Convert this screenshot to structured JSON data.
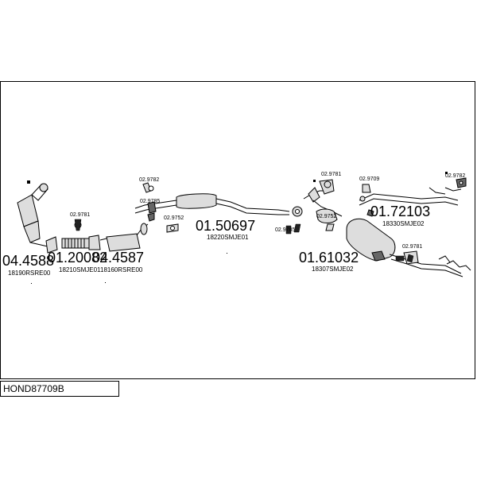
{
  "drawing_code": "HOND87709B",
  "parts": [
    {
      "number": "04.4588",
      "ref": "18190RSRE00"
    },
    {
      "number": "01.20082",
      "ref": "18210SMJE01"
    },
    {
      "number": "04.4587",
      "ref": "18160RSRE00"
    },
    {
      "number": "01.50697",
      "ref": "18220SMJE01"
    },
    {
      "number": "01.61032",
      "ref": "18307SMJE02"
    },
    {
      "number": "01.72103",
      "ref": "18330SMJE02"
    }
  ],
  "accessories": {
    "a1": "02.9781",
    "a2": "02.9782",
    "a3": "02.9785",
    "a4": "02.9752",
    "a5": "02.9785",
    "a6": "02.9781",
    "a7": "02.9709",
    "a8": "02.9782",
    "a9": "02.9752",
    "a10": "02.9781"
  }
}
